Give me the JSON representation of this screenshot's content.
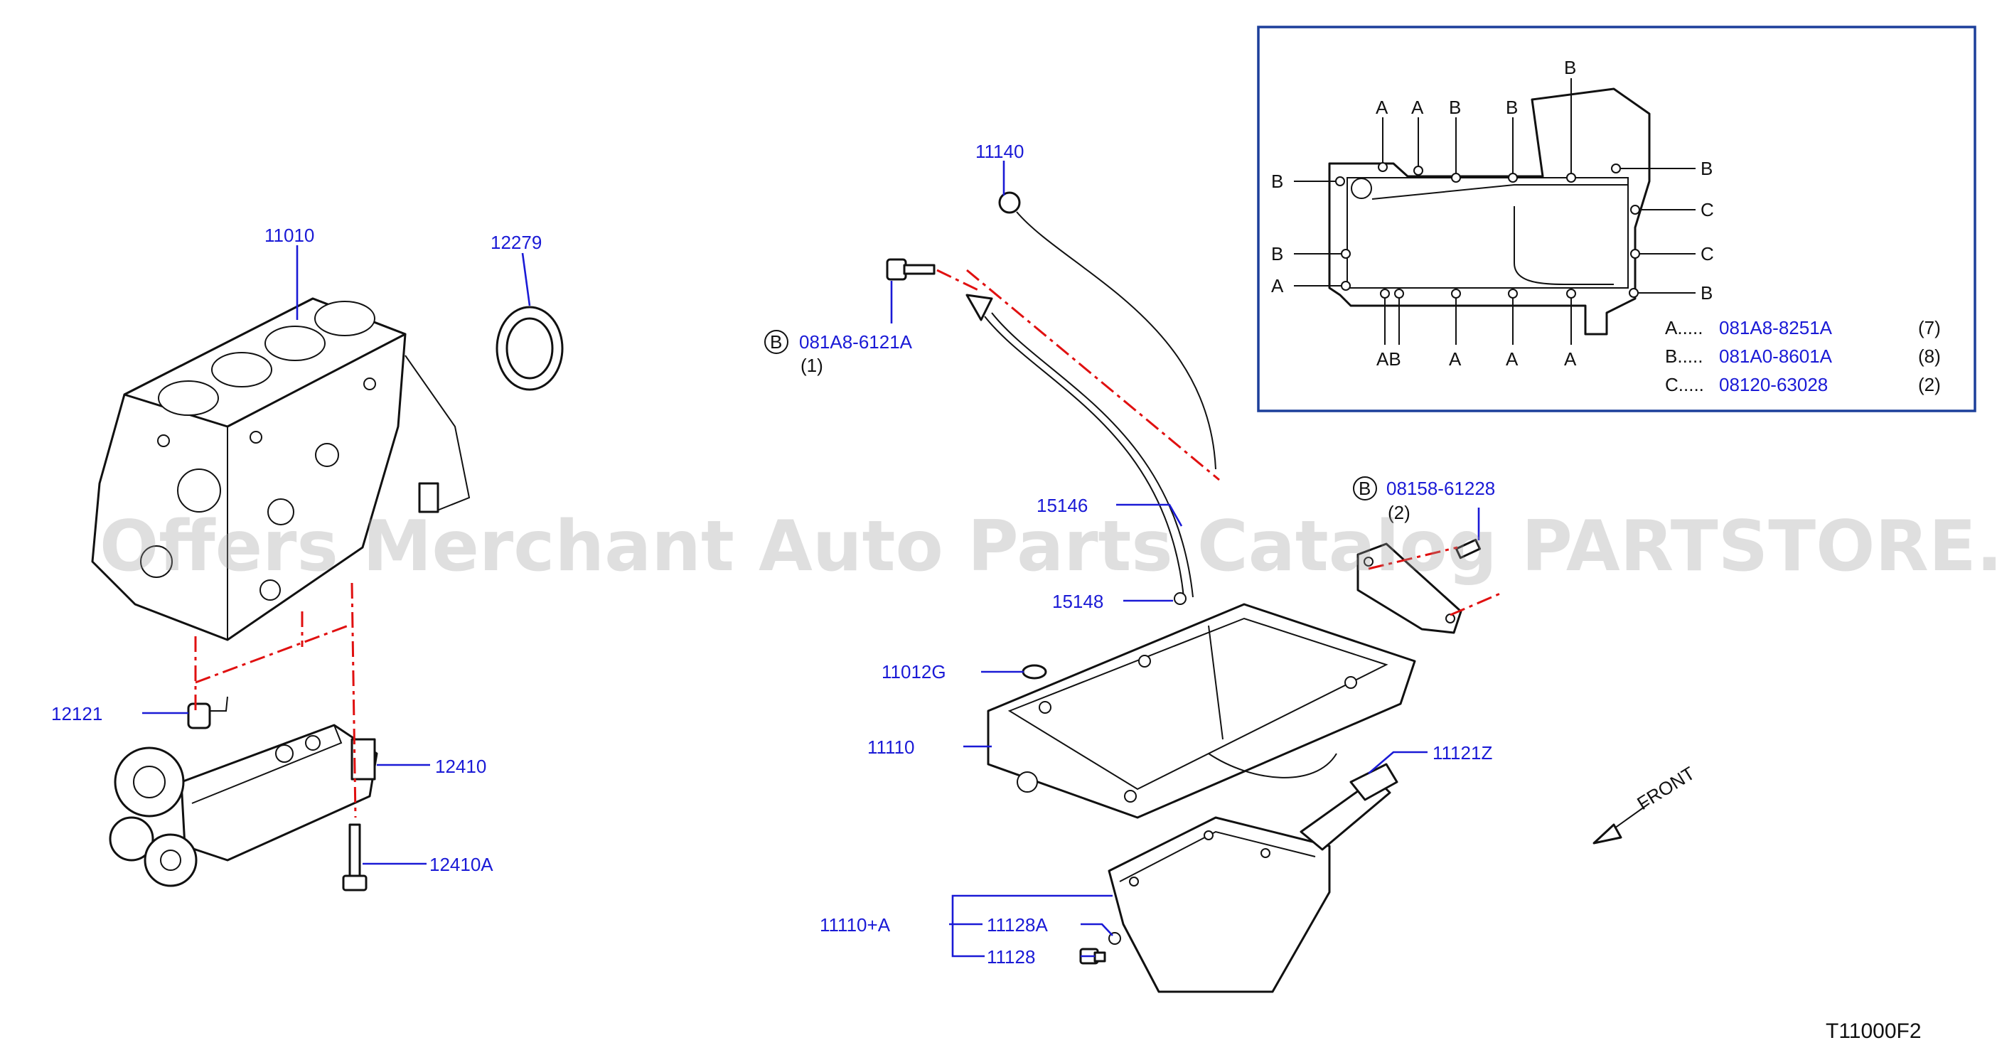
{
  "callouts": {
    "p11010": "11010",
    "p12279": "12279",
    "p11140": "11140",
    "p081A8_6121A": "081A8-6121A",
    "qty_081A8_6121A": "(1)",
    "p15146": "15146",
    "p08158_61228": "08158-61228",
    "qty_08158_61228": "(2)",
    "p12121": "12121",
    "p12410": "12410",
    "p12410A": "12410A",
    "p15148": "15148",
    "p11012G": "11012G",
    "p11110": "11110",
    "p11121Z": "11121Z",
    "p11110A": "11110+A",
    "p11128A": "11128A",
    "p11128": "11128"
  },
  "bolt_marker": "B",
  "front_label": "FRONT",
  "inset": {
    "top_letters": [
      "A",
      "A",
      "B",
      "B",
      "B"
    ],
    "left_letters": [
      "B",
      "B",
      "A"
    ],
    "right_letters": [
      "B",
      "C",
      "C",
      "B"
    ],
    "bottom_letters": [
      "AB",
      "A",
      "A",
      "A"
    ],
    "legend": [
      {
        "key": "A.....",
        "part": "081A8-8251A",
        "qty": "(7)"
      },
      {
        "key": "B.....",
        "part": "081A0-8601A",
        "qty": "(8)"
      },
      {
        "key": "C.....",
        "part": "08120-63028",
        "qty": "(2)"
      }
    ]
  },
  "watermark": "Offers Merchant Auto Parts Catalog PARTSTORE.SA",
  "diagram_code": "T11000F2",
  "colors": {
    "callout": "#1a1ad6",
    "dash": "#e01010",
    "frame": "#1c3f9a",
    "watermark": "#9a9a9a"
  }
}
